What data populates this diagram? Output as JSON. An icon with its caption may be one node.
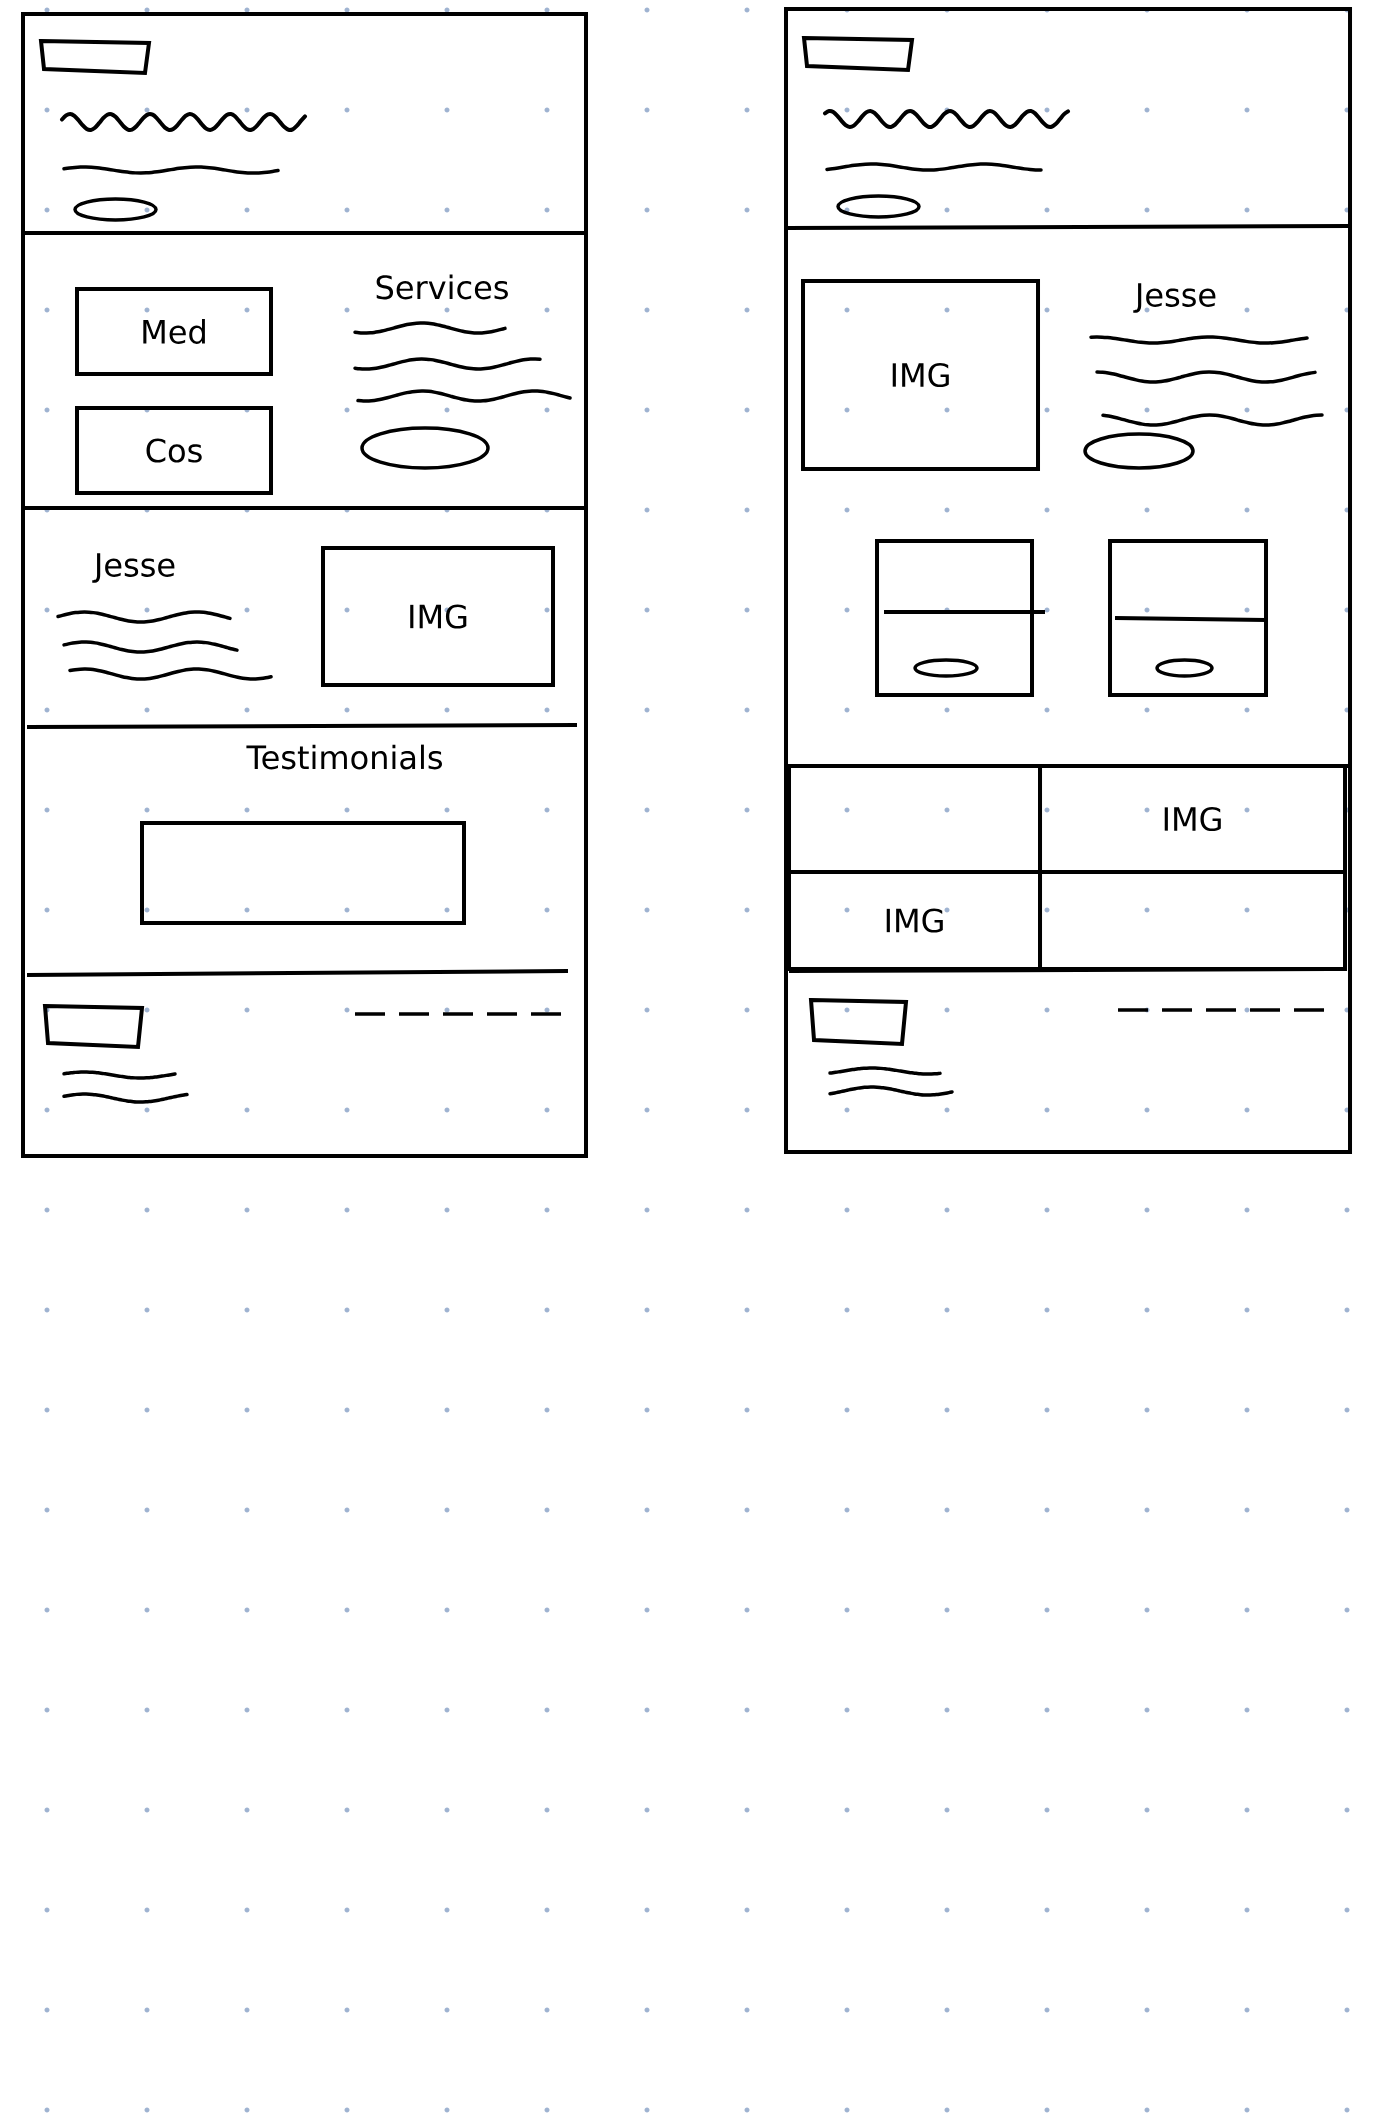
{
  "diagram": {
    "nodes": [
      {
        "text": [],
        "shape": "box"
      },
      {
        "text": [
          "Med"
        ],
        "in": 0
      },
      {
        "text": [
          "Cos"
        ],
        "in": 0
      },
      {
        "text": [
          "IMG"
        ],
        "in": 0
      },
      {
        "text": [],
        "shape": "box",
        "in": 0
      },
      {
        "text": [],
        "shape": "box"
      },
      {
        "text": [
          "IMG"
        ],
        "in": 5
      },
      {
        "text": [],
        "shape": "box",
        "in": 5
      },
      {
        "text": [],
        "shape": "box",
        "in": 5
      },
      {
        "text": [],
        "shape": "box",
        "in": 5
      },
      {
        "text": [
          "IMG"
        ],
        "in": 5
      },
      {
        "text": [
          "IMG"
        ],
        "in": 5
      },
      {
        "text": [],
        "shape": "box",
        "in": 5
      }
    ],
    "labels": [
      "Services",
      "Jesse",
      "Testimonials",
      "Jesse"
    ]
  }
}
